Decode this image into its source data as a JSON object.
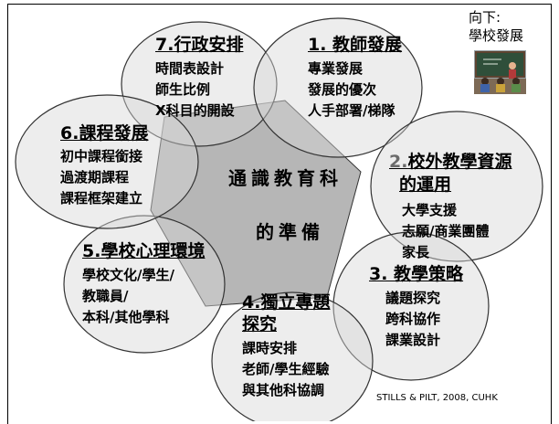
{
  "colors": {
    "circle_fill": "#d6d6d6",
    "circle_stroke": "#333333",
    "hexagon_fill": "#a9a9a9",
    "dim_text": "#6b6b6b"
  },
  "center_title": [
    "通識教育科",
    "的準備"
  ],
  "segments": [
    {
      "title": "7.行政安排",
      "items": [
        "時間表設計",
        "師生比例",
        "X科目的開設"
      ]
    },
    {
      "title": "1. 教師發展",
      "items": [
        "專業發展",
        "發展的優次",
        "人手部署/梯隊"
      ]
    },
    {
      "title_prefix": "2.",
      "title_lines": [
        "校外教學資源",
        "的運用"
      ],
      "items": [
        "大學支援",
        "志願/商業團體",
        "家長"
      ]
    },
    {
      "title": "3. 教學策略",
      "items": [
        "議題探究",
        "跨科協作",
        "課業設計"
      ]
    },
    {
      "title_lines": [
        "4.獨立專題",
        "探究"
      ],
      "items": [
        "課時安排",
        "老師/學生經驗",
        "與其他科協調"
      ]
    },
    {
      "title": "5.學校心理環境",
      "items": [
        "學校文化/學生/",
        "教職員/",
        "本科/其他學科"
      ]
    },
    {
      "title": "6.課程發展",
      "items": [
        "初中課程銜接",
        "過渡期課程",
        "課程框架建立"
      ]
    }
  ],
  "nav": {
    "line1": "向下:",
    "line2": "學校發展",
    "icon": "classroom-thumbnail-icon"
  },
  "credit": "STILLS & PILT, 2008, CUHK"
}
